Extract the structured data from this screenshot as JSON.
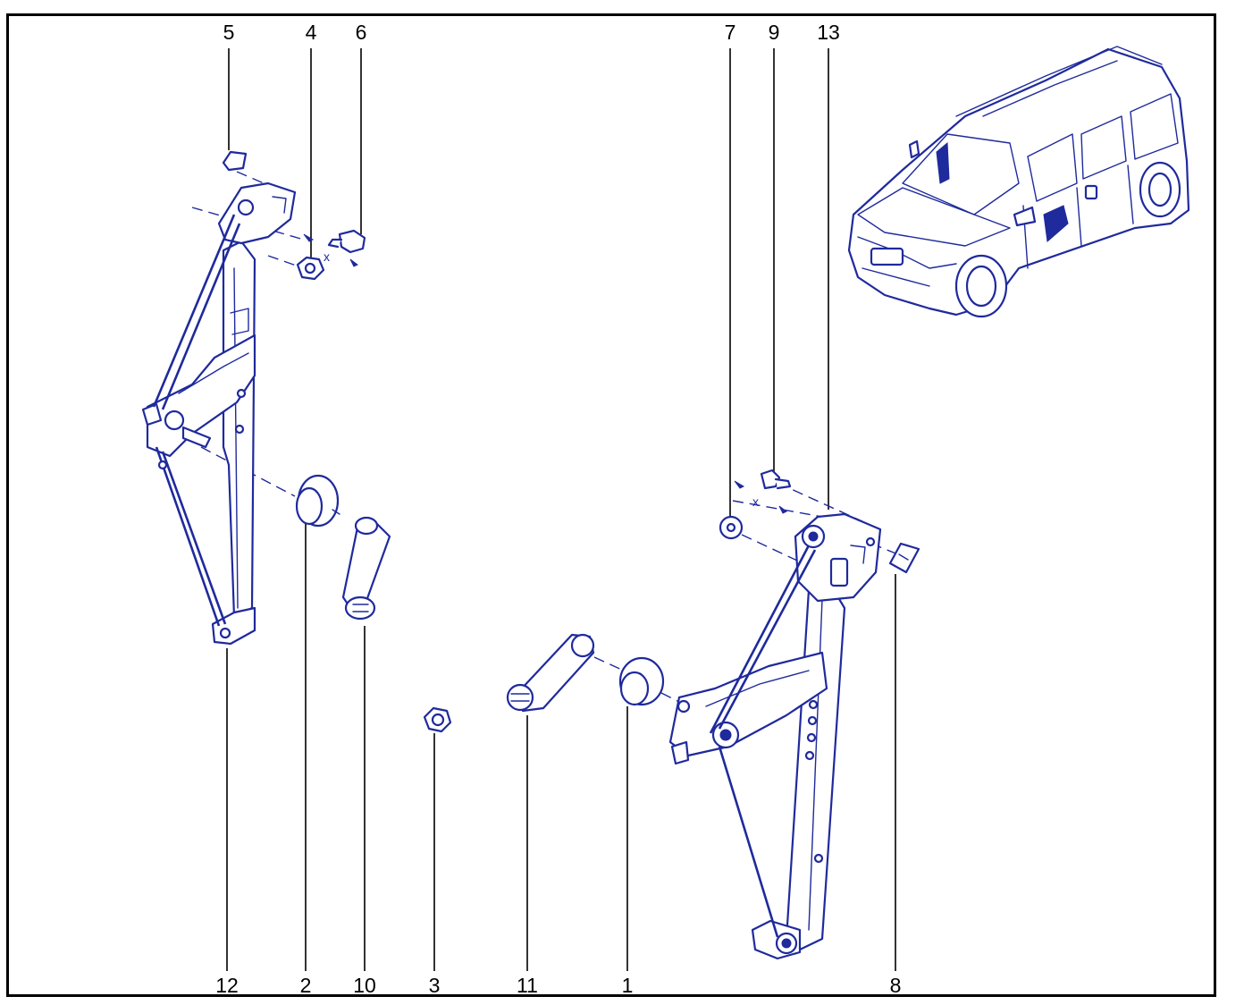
{
  "diagram": {
    "callouts_top": [
      "5",
      "4",
      "6",
      "7",
      "9",
      "13"
    ],
    "callouts_bottom": [
      "12",
      "2",
      "10",
      "3",
      "11",
      "1",
      "8"
    ],
    "mark_x": "x",
    "colors": {
      "line": "#1f2a9c",
      "frame": "#000000",
      "background": "#ffffff"
    }
  }
}
